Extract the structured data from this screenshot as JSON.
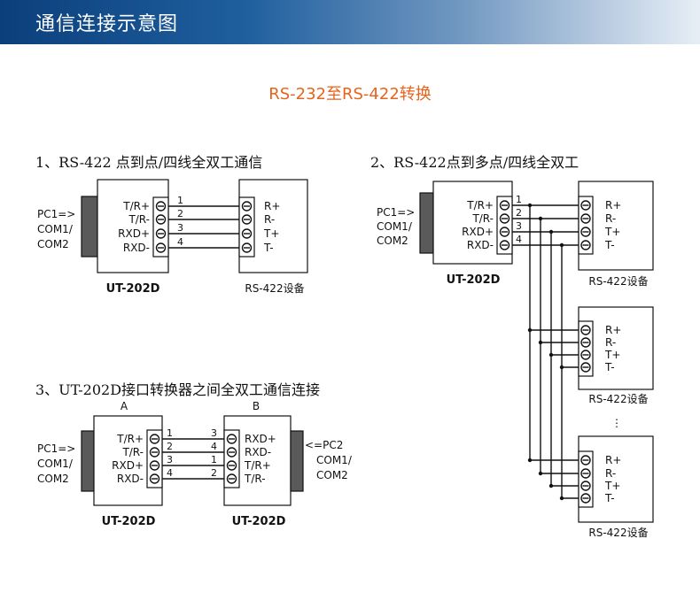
{
  "header": {
    "title": "通信连接示意图"
  },
  "main_title": "RS-232至RS-422转换",
  "sections": {
    "s1": {
      "title": "1、RS-422 点到点/四线全双工通信"
    },
    "s2": {
      "title": "2、RS-422点到多点/四线全双工"
    },
    "s3": {
      "title": "3、UT-202D接口转换器之间全双工通信连接"
    }
  },
  "labels": {
    "pc1_line1": "PC1=>",
    "com1": "COM1/",
    "com2": "COM2",
    "pc2_line1": "<=PC2",
    "model": "UT-202D",
    "device": "RS-422设备",
    "conv_pins": [
      "T/R+",
      "T/R-",
      "RXD+",
      "RXD-"
    ],
    "dev_pins": [
      "R+",
      "R-",
      "T+",
      "T-"
    ],
    "b_pins": [
      "RXD+",
      "RXD-",
      "T/R+",
      "T/R-"
    ],
    "wire_nums": [
      "1",
      "2",
      "3",
      "4"
    ],
    "b_wire_nums": [
      "3",
      "4",
      "1",
      "2"
    ],
    "box_a": "A",
    "box_b": "B",
    "ellipsis": "⋮"
  }
}
